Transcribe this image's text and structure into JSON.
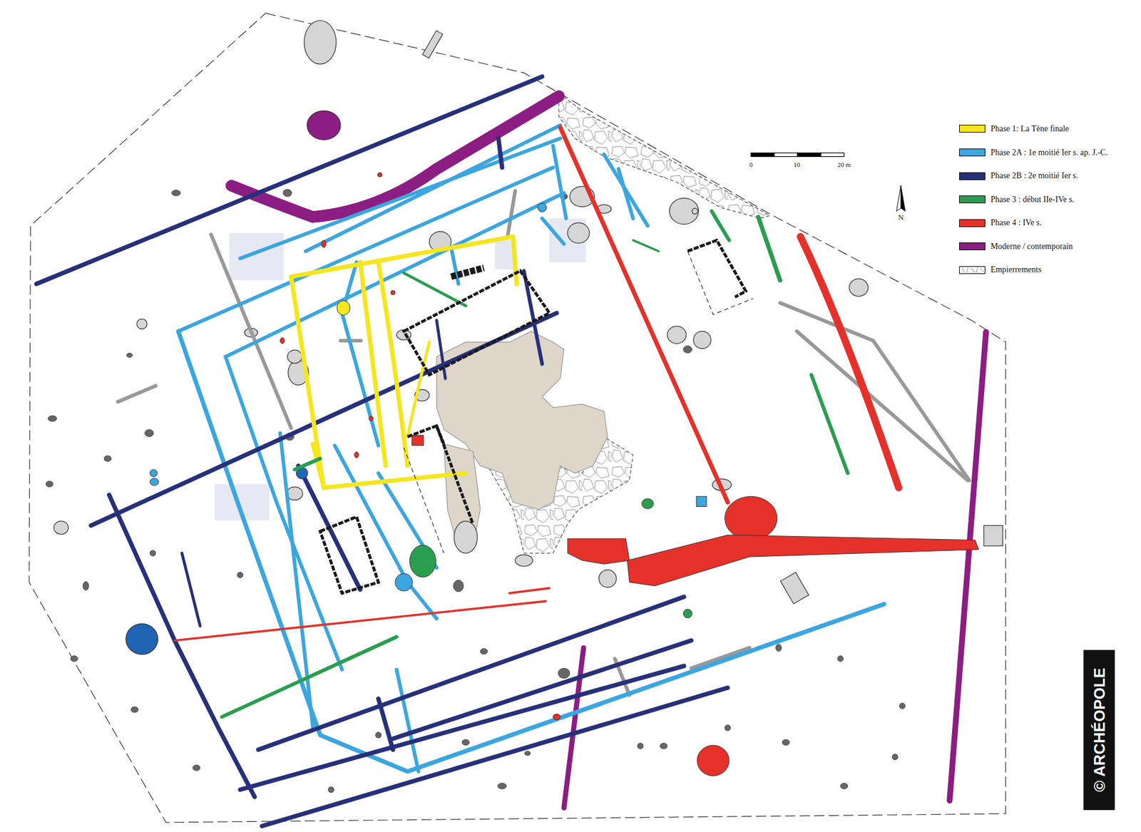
{
  "diagram": {
    "labels": [
      "0",
      "10",
      "20 m",
      "N",
      "© ARCHÉOPOLE"
    ],
    "legend": [
      {
        "text": "Phase 1: La Tène finale",
        "color": "#f5e61e"
      },
      {
        "text": "Phase 2A : 1e moitié Ier s. ap. J.-C.",
        "color": "#3ba6e0"
      },
      {
        "text": "Phase 2B : 2e moitié Ier s.",
        "color": "#27307a"
      },
      {
        "text": "Phase 3 : début IIe-IVe s.",
        "color": "#2a9e4f"
      },
      {
        "text": "Phase 4 : IVe s.",
        "color": "#e5312a"
      },
      {
        "text": "Moderne / contemporain",
        "color": "#8c1d82"
      },
      {
        "text": "Empierrements"
      }
    ]
  }
}
